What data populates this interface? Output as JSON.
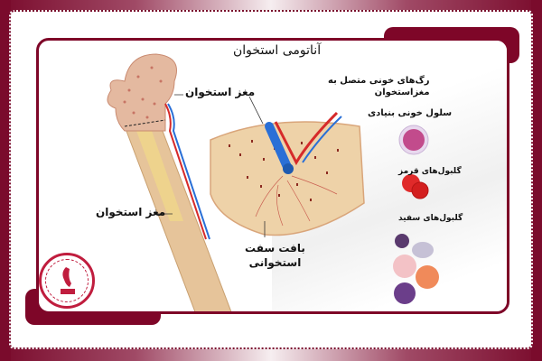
{
  "diagram": {
    "title": "آناتومی استخوان",
    "labels": {
      "bone_marrow_top": "مغز استخوان",
      "bone_marrow_shaft": "مغز استخوان",
      "blood_vessels": [
        "رگ‌های خونی متصل به",
        "مغزاستخوان"
      ],
      "stem_cell": "سلول خونی بنیادی",
      "red_cells": "گلبول‌های قرمز",
      "white_cells": "گلبول‌های سفید",
      "compact_bone": [
        "بافت سفت",
        "استخوانی"
      ]
    },
    "illustrations": {
      "femur": "bone-longitudinal-section",
      "cross_section": "spongy-bone-cross-section-with-vessels",
      "stem_cell_icon": "purple-round-cell",
      "red_cells_icon": "two-red-discs",
      "white_cells_icon": "cluster-of-leukocytes"
    }
  },
  "branding": {
    "logo": "circular-red-seal-logo",
    "frame_color": "#7e0628",
    "accent_red": "#c01d3e"
  },
  "colors": {
    "artery": "#d62a2a",
    "vein": "#2a6fd6",
    "bone": "#e8c9a0",
    "marrow": "#b5463c"
  }
}
